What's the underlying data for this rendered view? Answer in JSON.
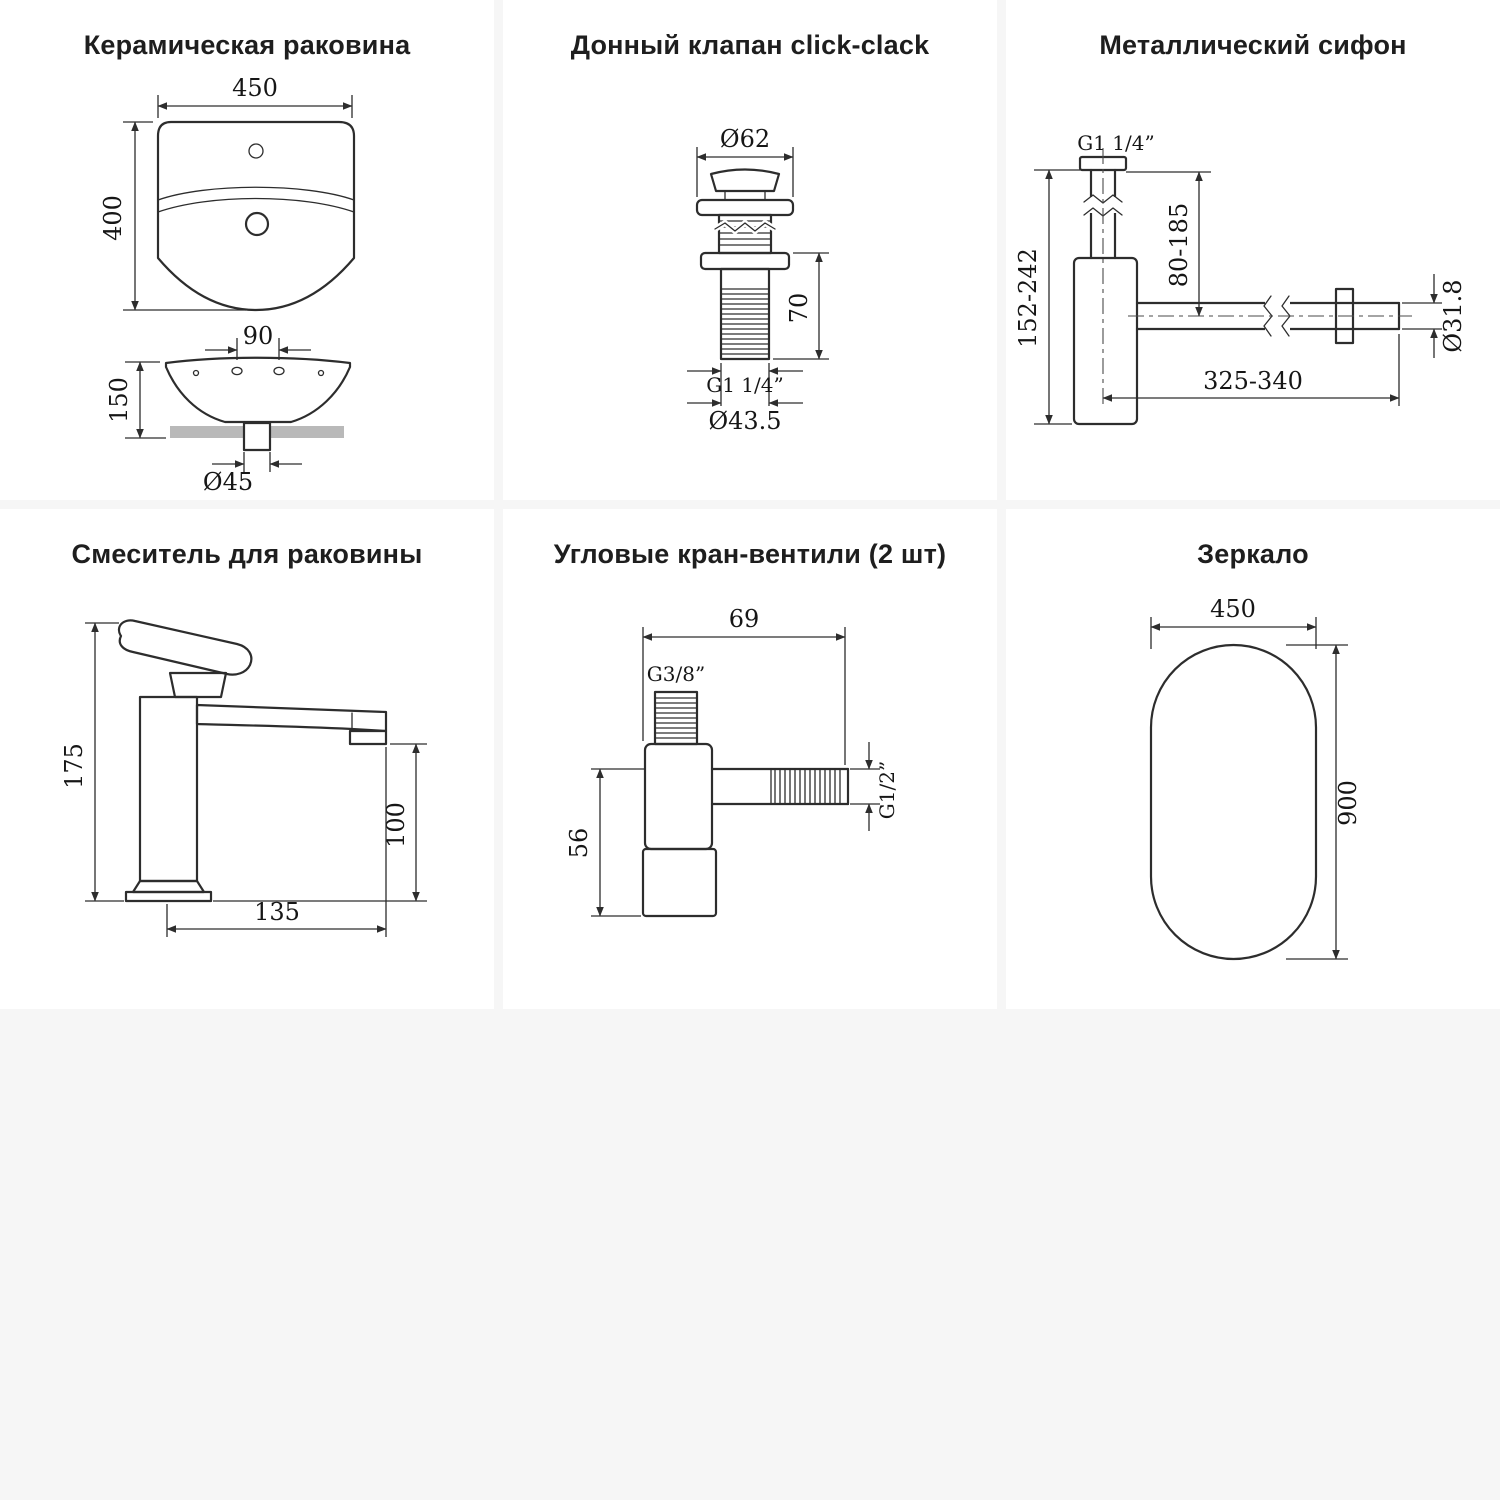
{
  "page": {
    "background_color": "#f6f6f6",
    "panel_color": "#ffffff",
    "line_color": "#2d2d2d"
  },
  "panels": [
    {
      "id": "ceramic-sink",
      "title": "Керамическая раковина",
      "dims": {
        "width": "450",
        "height": "400",
        "hole_spacing": "90",
        "side_height": "150",
        "drain_diameter": "Ø45"
      }
    },
    {
      "id": "click-clack-valve",
      "title": "Донный клапан click-clack",
      "dims": {
        "cap_diameter": "Ø62",
        "tail_length": "70",
        "thread": "G1 1/4”",
        "tail_diameter": "Ø43.5"
      }
    },
    {
      "id": "metal-siphon",
      "title": "Металлический сифон",
      "dims": {
        "thread": "G1 1/4”",
        "height_range": "152-242",
        "inlet_height_range": "80-185",
        "pipe_diameter": "Ø31.8",
        "length_range": "325-340"
      }
    },
    {
      "id": "basin-mixer",
      "title": "Смеситель для раковины",
      "dims": {
        "total_height": "175",
        "spout_height": "100",
        "spout_reach": "135"
      }
    },
    {
      "id": "angle-valves",
      "title": "Угловые кран-вентили (2 шт)",
      "dims": {
        "width": "69",
        "inlet_thread": "G3/8”",
        "outlet_thread": "G1/2”",
        "height": "56"
      }
    },
    {
      "id": "mirror",
      "title": "Зеркало",
      "dims": {
        "width": "450",
        "height": "900"
      }
    }
  ]
}
